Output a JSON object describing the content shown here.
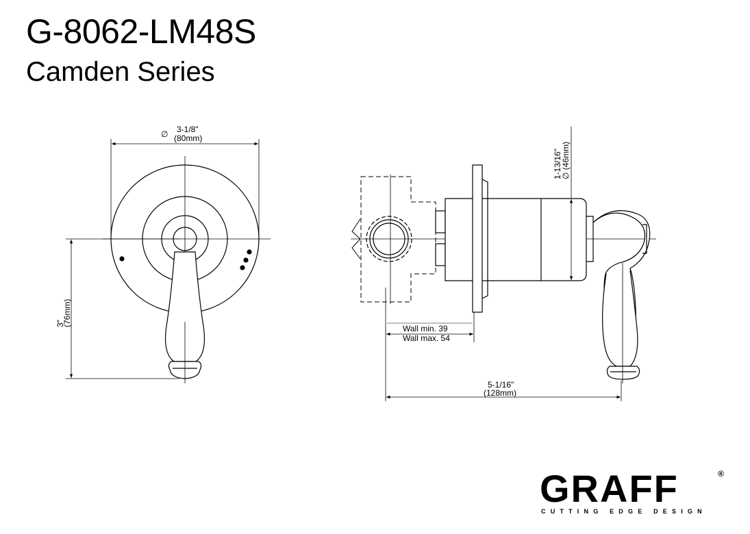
{
  "header": {
    "model": "G-8062-LM48S",
    "series": "Camden Series"
  },
  "front_view": {
    "diameter_symbol": "∅",
    "diameter_imperial": "3-1/8\"",
    "diameter_metric": "(80mm)",
    "height_imperial": "3\"",
    "height_metric": "(76mm)"
  },
  "side_view": {
    "flange_diameter": "∅ (46mm)",
    "flange_diameter_imperial": "1-13/16\"",
    "wall_min": "Wall min. 39",
    "wall_max": "Wall max. 54",
    "depth_imperial": "5-1/16\"",
    "depth_metric": "(128mm)"
  },
  "brand": {
    "name": "GRAFF",
    "registered": "®",
    "tagline": "CUTTING EDGE DESIGN"
  }
}
